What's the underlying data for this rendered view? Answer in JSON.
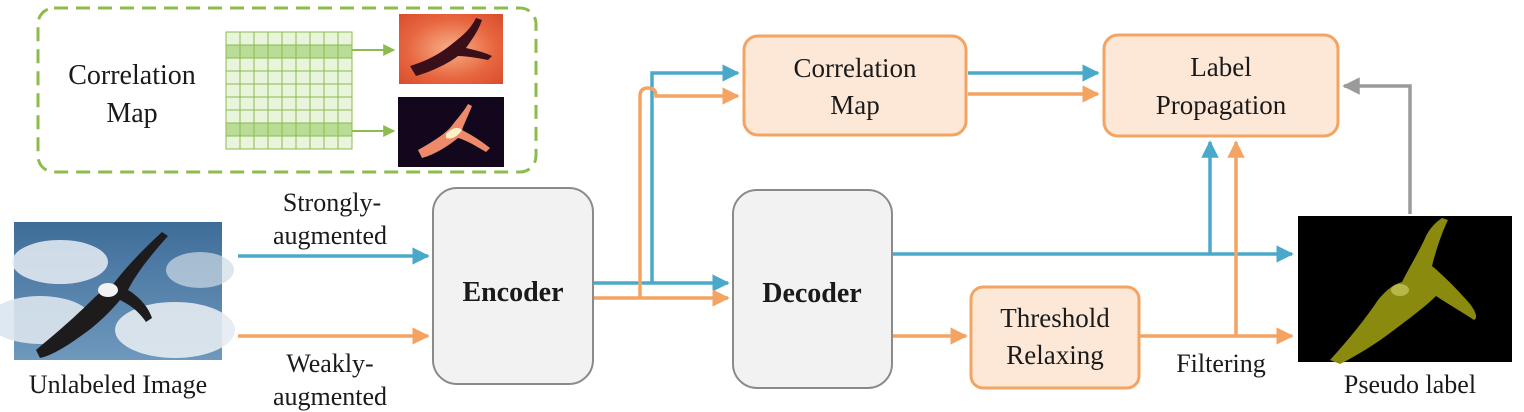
{
  "inset": {
    "title_line1": "Correlation",
    "title_line2": "Map"
  },
  "nodes": {
    "encoder": "Encoder",
    "decoder": "Decoder",
    "correlation_map_line1": "Correlation",
    "correlation_map_line2": "Map",
    "label_propagation_line1": "Label",
    "label_propagation_line2": "Propagation",
    "threshold_line1": "Threshold",
    "threshold_line2": "Relaxing"
  },
  "labels": {
    "strong_line1": "Strongly-",
    "strong_line2": "augmented",
    "weak_line1": "Weakly-",
    "weak_line2": "augmented",
    "unlabeled_image": "Unlabeled Image",
    "pseudo_label": "Pseudo label",
    "filtering": "Filtering"
  },
  "colors": {
    "blue": "#4aa9c8",
    "orange": "#f3a463",
    "gray": "#9a9a9a",
    "box_fill": "#fde8d8",
    "box_stroke": "#f3a463",
    "module_fill": "#f2f2f2",
    "module_stroke": "#8a8a8a",
    "inset_border": "#8dbb4e",
    "grid_fill": "#e8f4dc",
    "grid_row_fill": "#b9dc96",
    "grid_stroke": "#8dbb4e"
  }
}
